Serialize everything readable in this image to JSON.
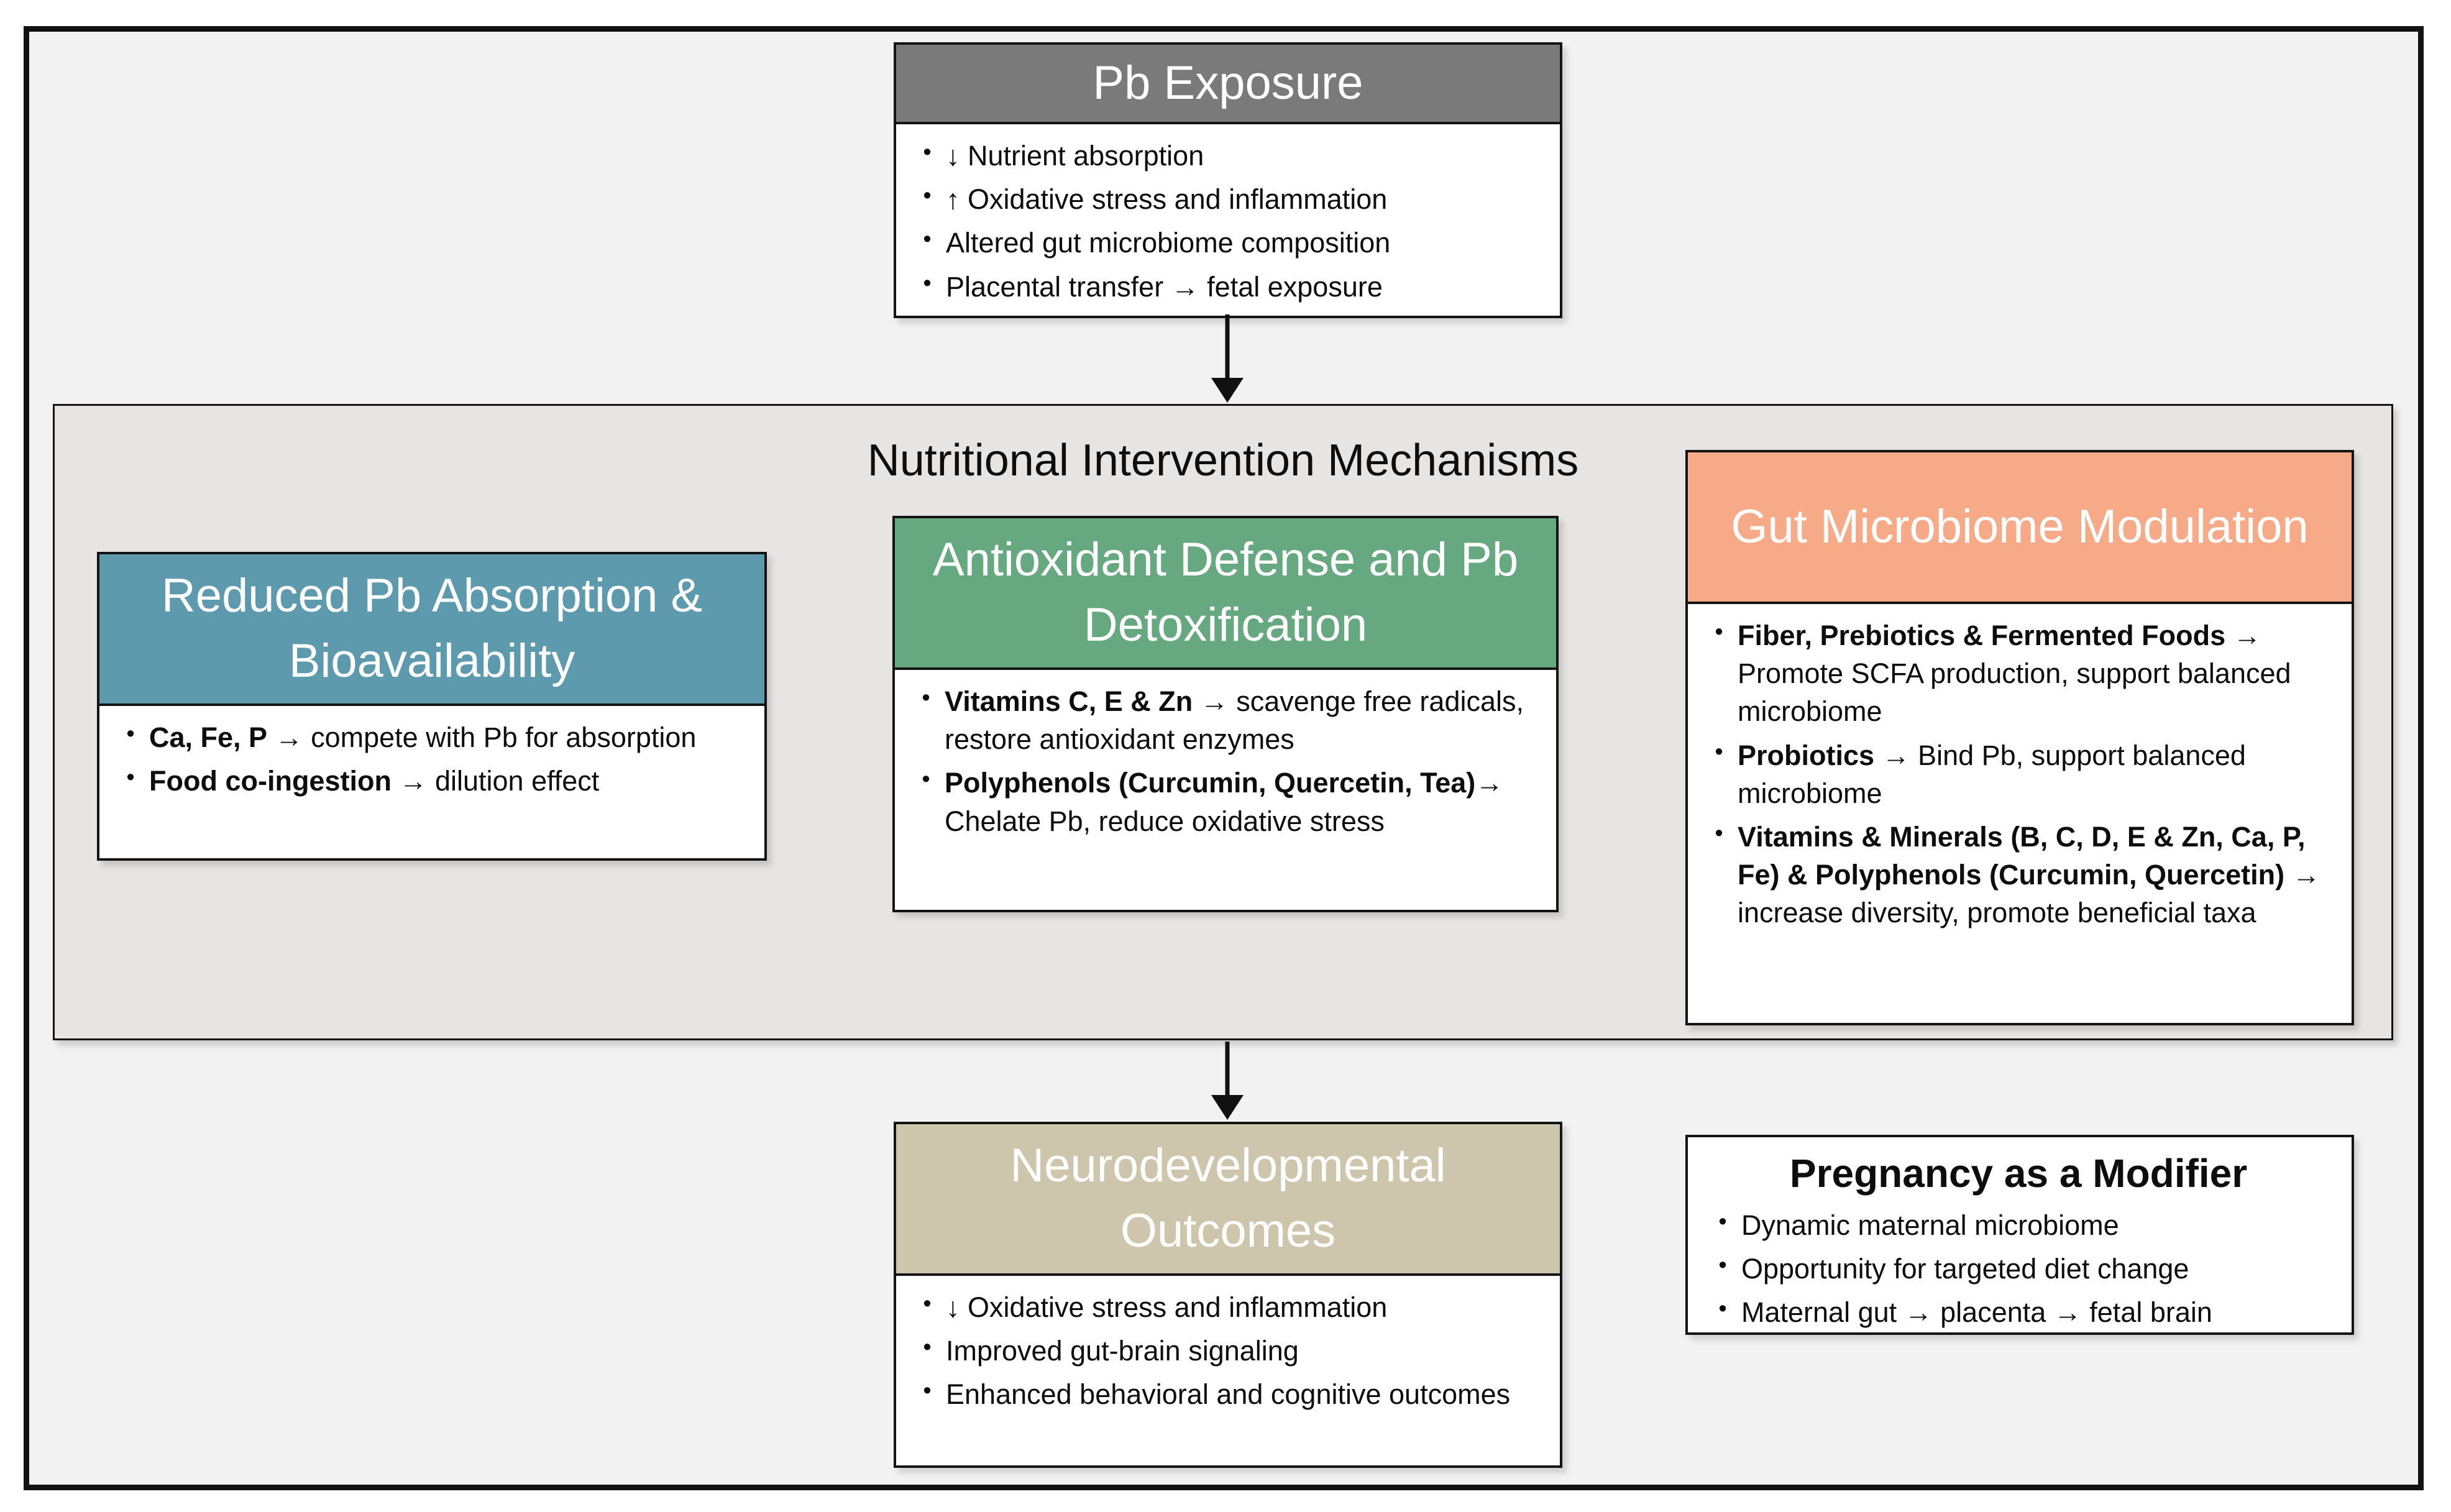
{
  "page": {
    "background": "#f2f2f2",
    "border_color": "#121212",
    "panel_background": "#e6e5e3"
  },
  "glyphs": {
    "bullet": "•"
  },
  "section_title": "Nutritional Intervention Mechanisms",
  "boxes": {
    "pb_exposure": {
      "header": "Pb Exposure",
      "header_color": "#7a7a7a",
      "bullets": [
        {
          "bold": "",
          "rest": "↓ Nutrient absorption"
        },
        {
          "bold": "",
          "rest": "↑ Oxidative stress and inflammation"
        },
        {
          "bold": "",
          "rest": "Altered gut microbiome composition"
        },
        {
          "bold": "",
          "rest": "Placental transfer → fetal exposure"
        }
      ]
    },
    "reduced_pb_absorption": {
      "header": "Reduced Pb Absorption & Bioavailability",
      "header_color": "#5d9aad",
      "bullets": [
        {
          "bold": "Ca, Fe, P",
          "rest": " → compete with Pb for absorption"
        },
        {
          "bold": "Food co-ingestion",
          "rest": " → dilution effect"
        }
      ]
    },
    "antioxidant_defense": {
      "header": "Antioxidant Defense and Pb Detoxification",
      "header_color": "#66a880",
      "bullets": [
        {
          "bold": "Vitamins C, E & Zn",
          "rest": " → scavenge free radicals, restore antioxidant enzymes"
        },
        {
          "bold": "Polyphenols (Curcumin, Quercetin, Tea)",
          "rest": "→ Chelate Pb, reduce oxidative stress"
        }
      ]
    },
    "gut_microbiome": {
      "header": "Gut Microbiome Modulation",
      "header_color": "#f7aa88",
      "bullets": [
        {
          "bold": "Fiber, Prebiotics & Fermented Foods",
          "rest": " → Promote SCFA production, support balanced microbiome"
        },
        {
          "bold": "Probiotics",
          "rest": " → Bind Pb, support balanced microbiome"
        },
        {
          "bold": "Vitamins & Minerals (B, C, D, E & Zn, Ca, P, Fe) & Polyphenols (Curcumin, Quercetin)",
          "rest": " → increase diversity, promote beneficial taxa"
        }
      ]
    },
    "neurodevelopmental": {
      "header": "Neurodevelopmental Outcomes",
      "header_color": "#cdc5ac",
      "bullets": [
        {
          "bold": "",
          "rest": "↓ Oxidative stress and inflammation"
        },
        {
          "bold": "",
          "rest": "Improved gut-brain signaling"
        },
        {
          "bold": "",
          "rest": "Enhanced behavioral and cognitive outcomes"
        }
      ]
    },
    "pregnancy": {
      "title": "Pregnancy as a Modifier",
      "bullets": [
        {
          "bold": "",
          "rest": "Dynamic maternal microbiome"
        },
        {
          "bold": "",
          "rest": "Opportunity for targeted diet change"
        },
        {
          "bold": "",
          "rest": "Maternal gut → placenta → fetal brain"
        }
      ]
    }
  }
}
